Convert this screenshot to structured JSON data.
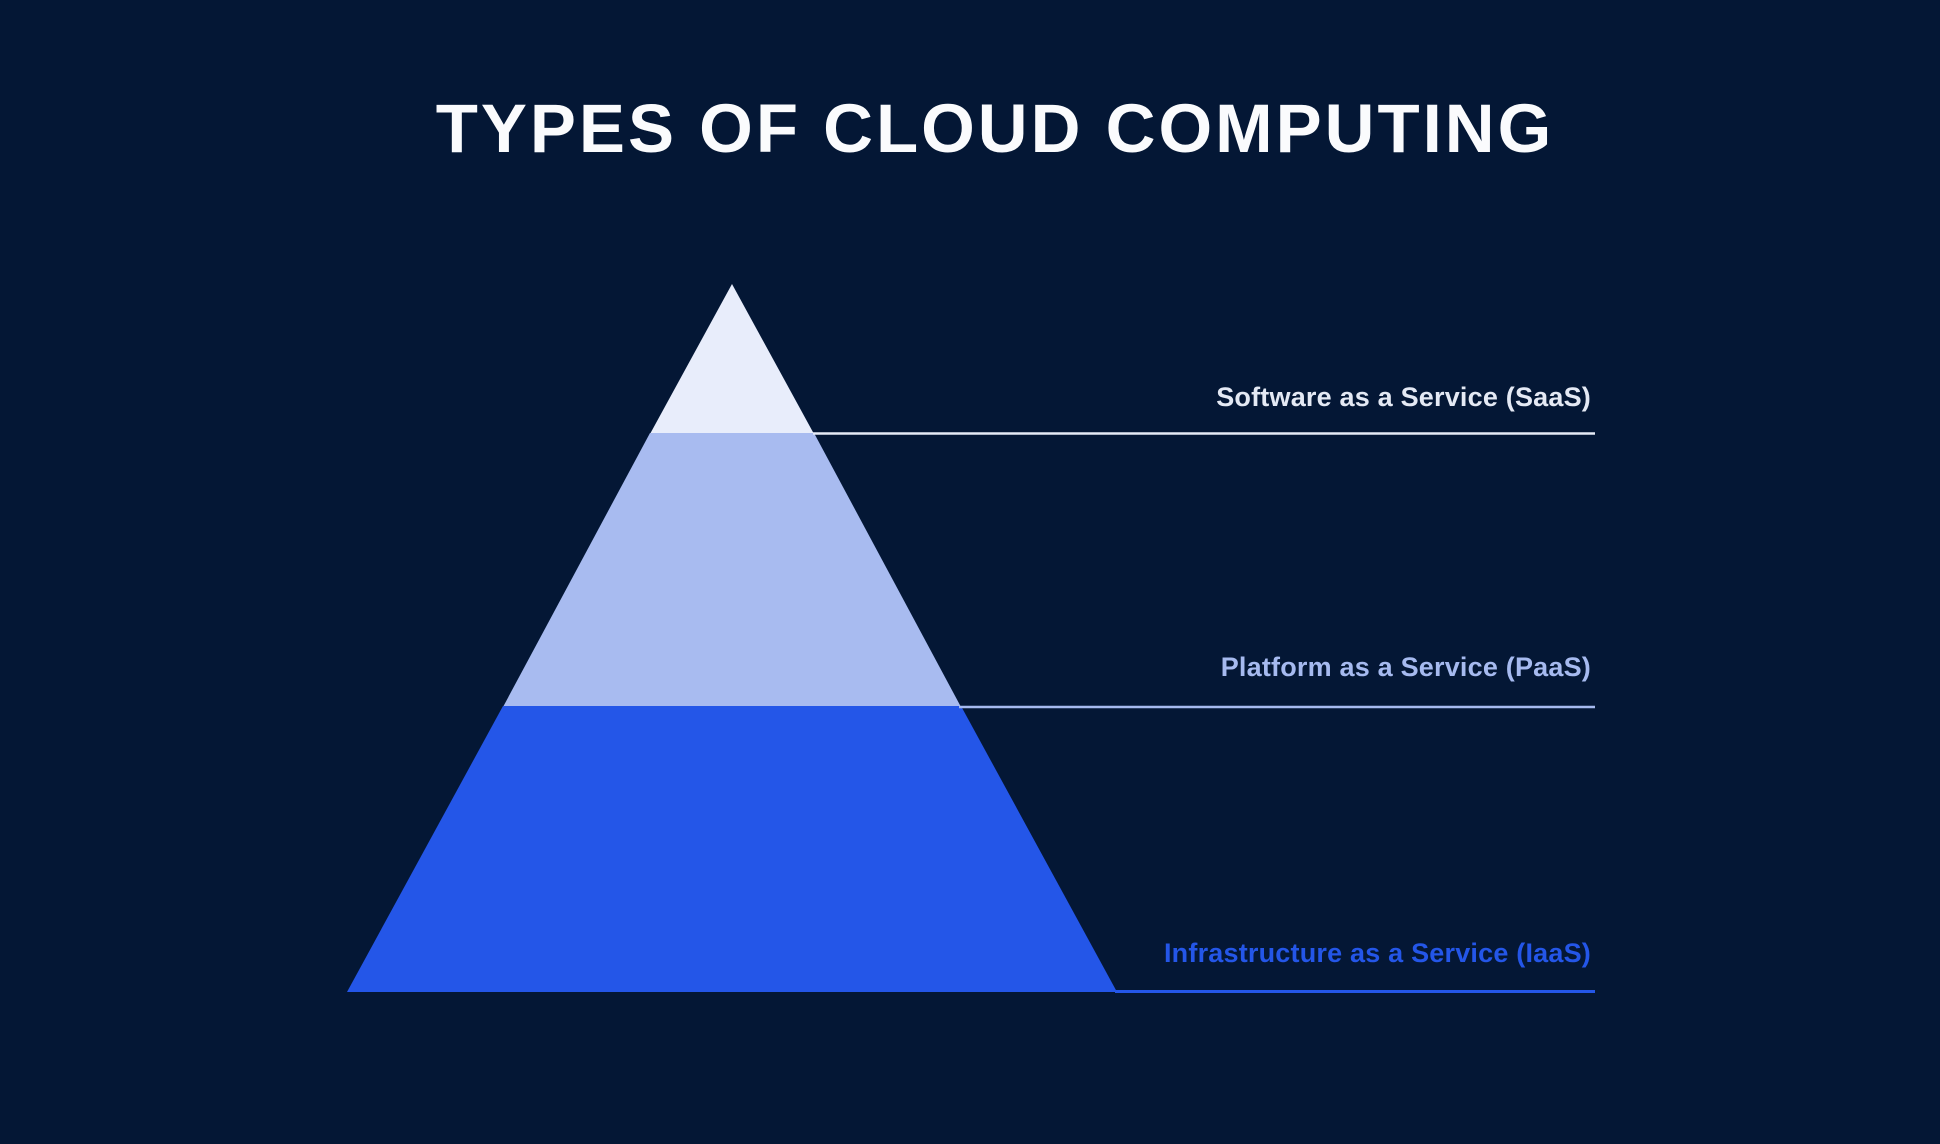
{
  "title": "TYPES OF CLOUD COMPUTING",
  "colors": {
    "background": "#041735",
    "title": "#FAFBFD"
  },
  "pyramid": {
    "type": "pyramid",
    "direction": "top-to-bottom",
    "levels": [
      {
        "rank": 1,
        "id": "saas",
        "label": "Software as a Service (SaaS)",
        "fill": "#E8EDFB",
        "label_color": "#E4E9F4",
        "line_color": "#E6EBF7"
      },
      {
        "rank": 2,
        "id": "paas",
        "label": "Platform as a Service (PaaS)",
        "fill": "#A8BBF0",
        "label_color": "#A6BAEF",
        "line_color": "#A6BAEF"
      },
      {
        "rank": 3,
        "id": "iaas",
        "label": "Infrastructure as a Service (IaaS)",
        "fill": "#2456E8",
        "label_color": "#2456E8",
        "line_color": "#2456E8"
      }
    ]
  }
}
